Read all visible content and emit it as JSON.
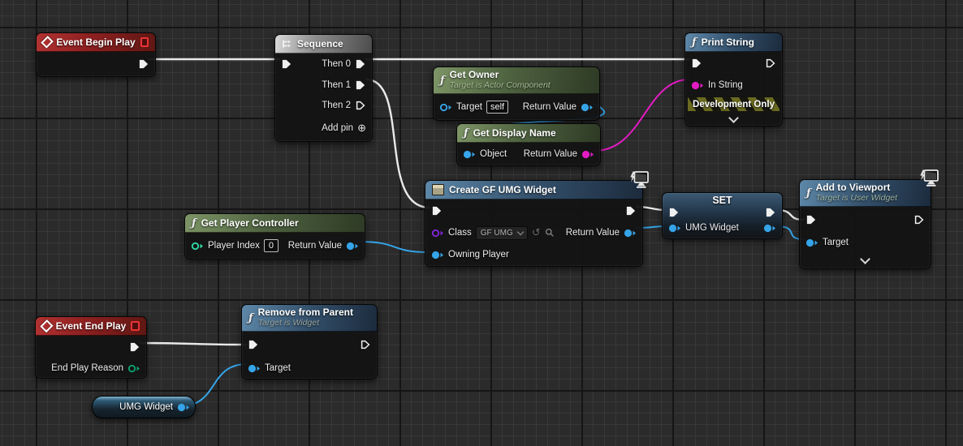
{
  "editor": {
    "type": "blueprint-graph"
  },
  "colors": {
    "wires": {
      "exec": "#eaeaea",
      "object": "#35a4e8",
      "string": "#e31bc4"
    },
    "pins": {
      "exec": "#f0f0f0",
      "object": "#35a4e8",
      "string": "#e31bc4",
      "int": "#2fd8a5",
      "enum": "#0ca06c",
      "class": "#8125d8"
    }
  },
  "icons": {
    "function": "ƒ",
    "add_pin": "⊕",
    "reset": "↺"
  },
  "nodes": {
    "event_begin_play": {
      "title": "Event Begin Play"
    },
    "sequence": {
      "title": "Sequence",
      "then0": "Then 0",
      "then1": "Then 1",
      "then2": "Then 2",
      "add_pin": "Add pin"
    },
    "get_owner": {
      "title": "Get Owner",
      "subtitle": "Target is Actor Component",
      "target_label": "Target",
      "self_value": "self",
      "return_label": "Return Value"
    },
    "get_display_name": {
      "title": "Get Display Name",
      "object_label": "Object",
      "return_label": "Return Value"
    },
    "print_string": {
      "title": "Print String",
      "in_string_label": "In String",
      "dev_only": "Development Only"
    },
    "create_widget": {
      "title": "Create GF UMG Widget",
      "class_label": "Class",
      "class_value": "GF UMG",
      "return_label": "Return Value",
      "owning_player_label": "Owning Player"
    },
    "get_player_controller": {
      "title": "Get Player Controller",
      "player_index_label": "Player Index",
      "index_value": "0",
      "return_label": "Return Value"
    },
    "set_node": {
      "title": "SET",
      "var_label": "UMG Widget"
    },
    "add_to_viewport": {
      "title": "Add to Viewport",
      "subtitle": "Target is User Widget",
      "target_label": "Target"
    },
    "event_end_play": {
      "title": "Event End Play",
      "reason_label": "End Play Reason"
    },
    "remove_from_parent": {
      "title": "Remove from Parent",
      "subtitle": "Target is Widget",
      "target_label": "Target"
    },
    "umg_widget_getter": {
      "title": "UMG Widget"
    }
  }
}
